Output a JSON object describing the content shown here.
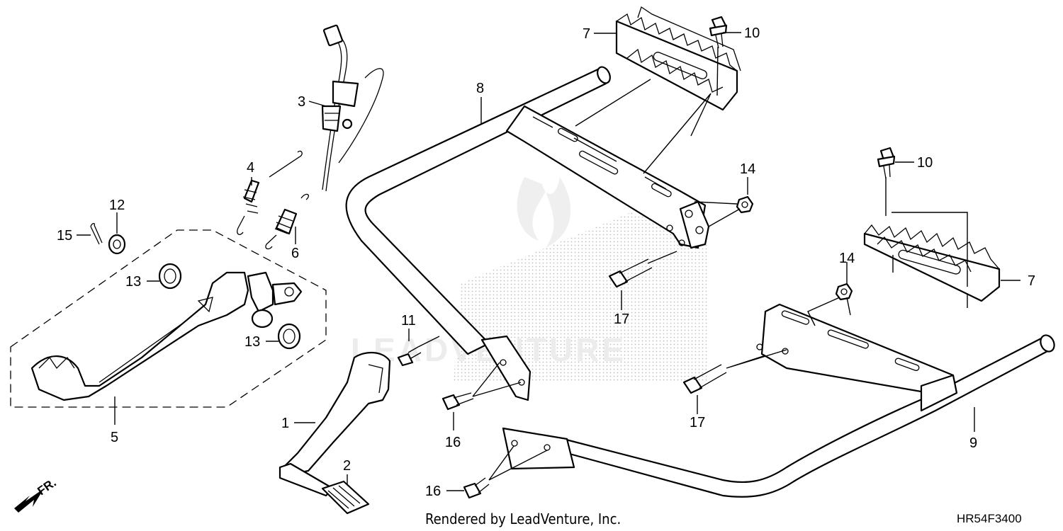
{
  "diagram": {
    "footer_credit": "Rendered by LeadVenture, Inc.",
    "diagram_code": "HR54F3400",
    "direction_label": "FR.",
    "watermark_text": "LEADVENTURE",
    "callouts": [
      {
        "id": "c1",
        "label": "1"
      },
      {
        "id": "c2",
        "label": "2"
      },
      {
        "id": "c3",
        "label": "3"
      },
      {
        "id": "c4",
        "label": "4"
      },
      {
        "id": "c5",
        "label": "5"
      },
      {
        "id": "c6",
        "label": "6"
      },
      {
        "id": "c7a",
        "label": "7"
      },
      {
        "id": "c7b",
        "label": "7"
      },
      {
        "id": "c8",
        "label": "8"
      },
      {
        "id": "c9",
        "label": "9"
      },
      {
        "id": "c10a",
        "label": "10"
      },
      {
        "id": "c10b",
        "label": "10"
      },
      {
        "id": "c11",
        "label": "11"
      },
      {
        "id": "c12",
        "label": "12"
      },
      {
        "id": "c13a",
        "label": "13"
      },
      {
        "id": "c13b",
        "label": "13"
      },
      {
        "id": "c14a",
        "label": "14"
      },
      {
        "id": "c14b",
        "label": "14"
      },
      {
        "id": "c15",
        "label": "15"
      },
      {
        "id": "c16a",
        "label": "16"
      },
      {
        "id": "c16b",
        "label": "16"
      },
      {
        "id": "c17a",
        "label": "17"
      },
      {
        "id": "c17b",
        "label": "17"
      }
    ]
  }
}
